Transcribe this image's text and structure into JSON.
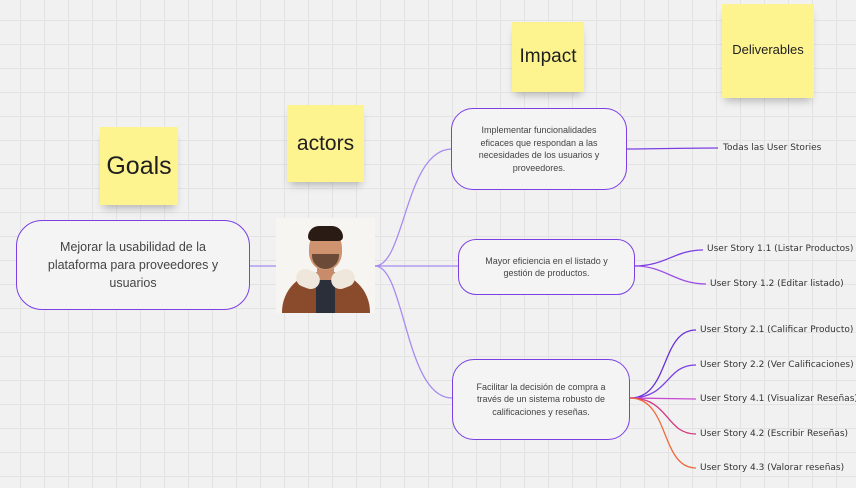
{
  "stickies": {
    "goals": "Goals",
    "actors": "actors",
    "impact": "Impact",
    "deliverables": "Deliverables"
  },
  "goal": {
    "text": "Mejorar la usabilidad de la plataforma para proveedores y usuarios"
  },
  "impacts": [
    {
      "text": "Implementar funcionalidades eficaces que respondan a las necesidades de los usuarios y proveedores."
    },
    {
      "text": "Mayor eficiencia en el listado y gestión de productos."
    },
    {
      "text": "Facilitar la decisión de compra a través de un sistema robusto de calificaciones y reseñas."
    }
  ],
  "deliverables": [
    {
      "text": "Todas las User Stories",
      "color": "#7b3fe4"
    },
    {
      "text": "User Story 1.1 (Listar Productos)",
      "color": "#7b3fe4"
    },
    {
      "text": "User Story 1.2 (Editar listado)",
      "color": "#9d4ee8"
    },
    {
      "text": "User Story 2.1 (Calificar Producto)",
      "color": "#6a2fd8"
    },
    {
      "text": "User Story 2.2 (Ver Calificaciones)",
      "color": "#7b3fe4"
    },
    {
      "text": "User Story 4.1 (Visualizar Reseñas)",
      "color": "#c94ad3"
    },
    {
      "text": "User Story 4.2 (Escribir Reseñas)",
      "color": "#d4377f"
    },
    {
      "text": "User Story 4.3 (Valorar reseñas)",
      "color": "#ee6a3b"
    }
  ],
  "colors": {
    "connector": "#a78bf0",
    "node_border": "#7b3fe4",
    "sticky": "#fdf38f"
  }
}
